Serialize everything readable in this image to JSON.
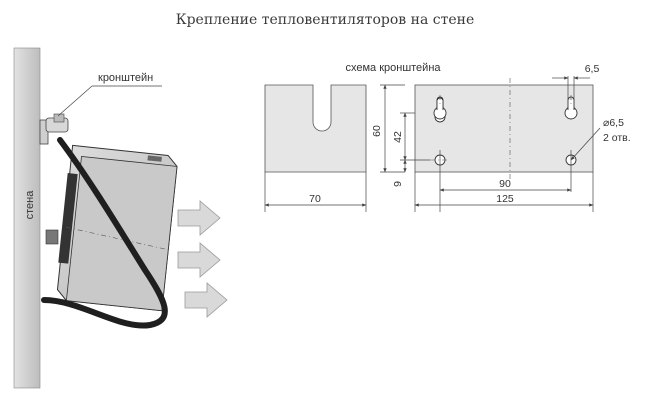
{
  "title": "Крепление тепловентиляторов на стене",
  "labels": {
    "bracket": "кронштейн",
    "wall": "стена",
    "bracket_scheme": "схема кронштейна"
  },
  "dimensions": {
    "front_width": "70",
    "height": "60",
    "slot_depth": "42",
    "hole_offset": "9",
    "hole_spacing": "90",
    "plate_length": "125",
    "slot_width": "6,5",
    "hole_diameter": "⌀6,5",
    "hole_count": "2 отв."
  },
  "colors": {
    "line": "#444444",
    "metal": "#e6e6e6",
    "heater": "#d2d2d2",
    "arrow": "#d9d9d9"
  }
}
